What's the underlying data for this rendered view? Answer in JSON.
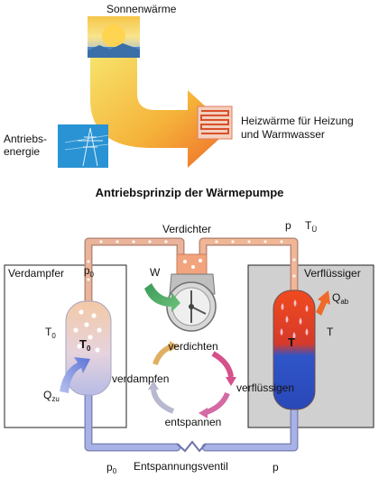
{
  "top": {
    "sun_label": "Sonnenwärme",
    "drive_label_line1": "Antriebs-",
    "drive_label_line2": "energie",
    "heat_label_line1": "Heizwärme für Heizung",
    "heat_label_line2": "und Warmwasser"
  },
  "title": "Antriebsprinzip der Wärmepumpe",
  "cycle": {
    "p0_top": "p",
    "p0_top_sub": "0",
    "compressor_label": "Verdichter",
    "p_top": "p",
    "tu_label": "T",
    "tu_sub": "Ü",
    "evaporator_title": "Verdampfer",
    "condenser_title": "Verflüssiger",
    "w_label": "W",
    "t0_label": "T",
    "t0_sub": "0",
    "t0star_label": "T",
    "t0star_sub": "0",
    "tstar_label": "T",
    "t_label": "T",
    "qab_label": "Q",
    "qab_sub": "ab",
    "qzu_label": "Q",
    "qzu_sub": "zu",
    "step_compress": "verdichten",
    "step_evaporate": "verdampfen",
    "step_liquefy": "verflüssigen",
    "step_expand": "entspannen",
    "p0_bottom": "p",
    "p0_bottom_sub": "0",
    "valve_label": "Entspannungsventil",
    "p_bottom": "p"
  },
  "colors": {
    "pipe_hot": "#e8a27a",
    "pipe_cold": "#9aa6dc",
    "condenser_bg": "#d0d0d0",
    "arrow_orange": "#f08a2a",
    "arrow_yellow": "#f6d34a"
  }
}
